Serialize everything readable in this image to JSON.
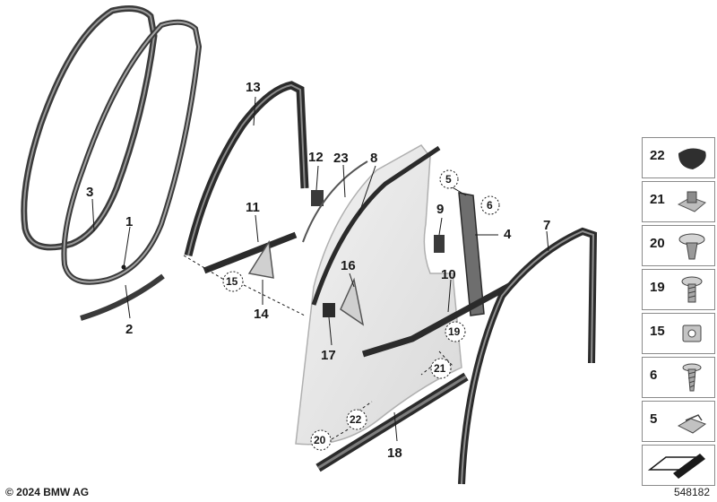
{
  "callouts": {
    "c1": "1",
    "c2": "2",
    "c3": "3",
    "c4": "4",
    "c5": "5",
    "c6": "6",
    "c7": "7",
    "c8": "8",
    "c9": "9",
    "c10": "10",
    "c11": "11",
    "c12": "12",
    "c13": "13",
    "c14": "14",
    "c15": "15",
    "c16": "16",
    "c17": "17",
    "c18": "18",
    "c19": "19",
    "c20": "20",
    "c21": "21",
    "c22": "22",
    "c23": "23"
  },
  "legend": [
    {
      "number": "22",
      "icon": "adhesive-pad-icon"
    },
    {
      "number": "21",
      "icon": "clip-nut-icon"
    },
    {
      "number": "20",
      "icon": "expanding-rivet-icon"
    },
    {
      "number": "19",
      "icon": "torx-screw-icon"
    },
    {
      "number": "15",
      "icon": "cage-nut-icon"
    },
    {
      "number": "6",
      "icon": "tapping-screw-icon"
    },
    {
      "number": "5",
      "icon": "retaining-clip-icon"
    }
  ],
  "copyright": "© 2024 BMW AG",
  "doc_number": "548182"
}
